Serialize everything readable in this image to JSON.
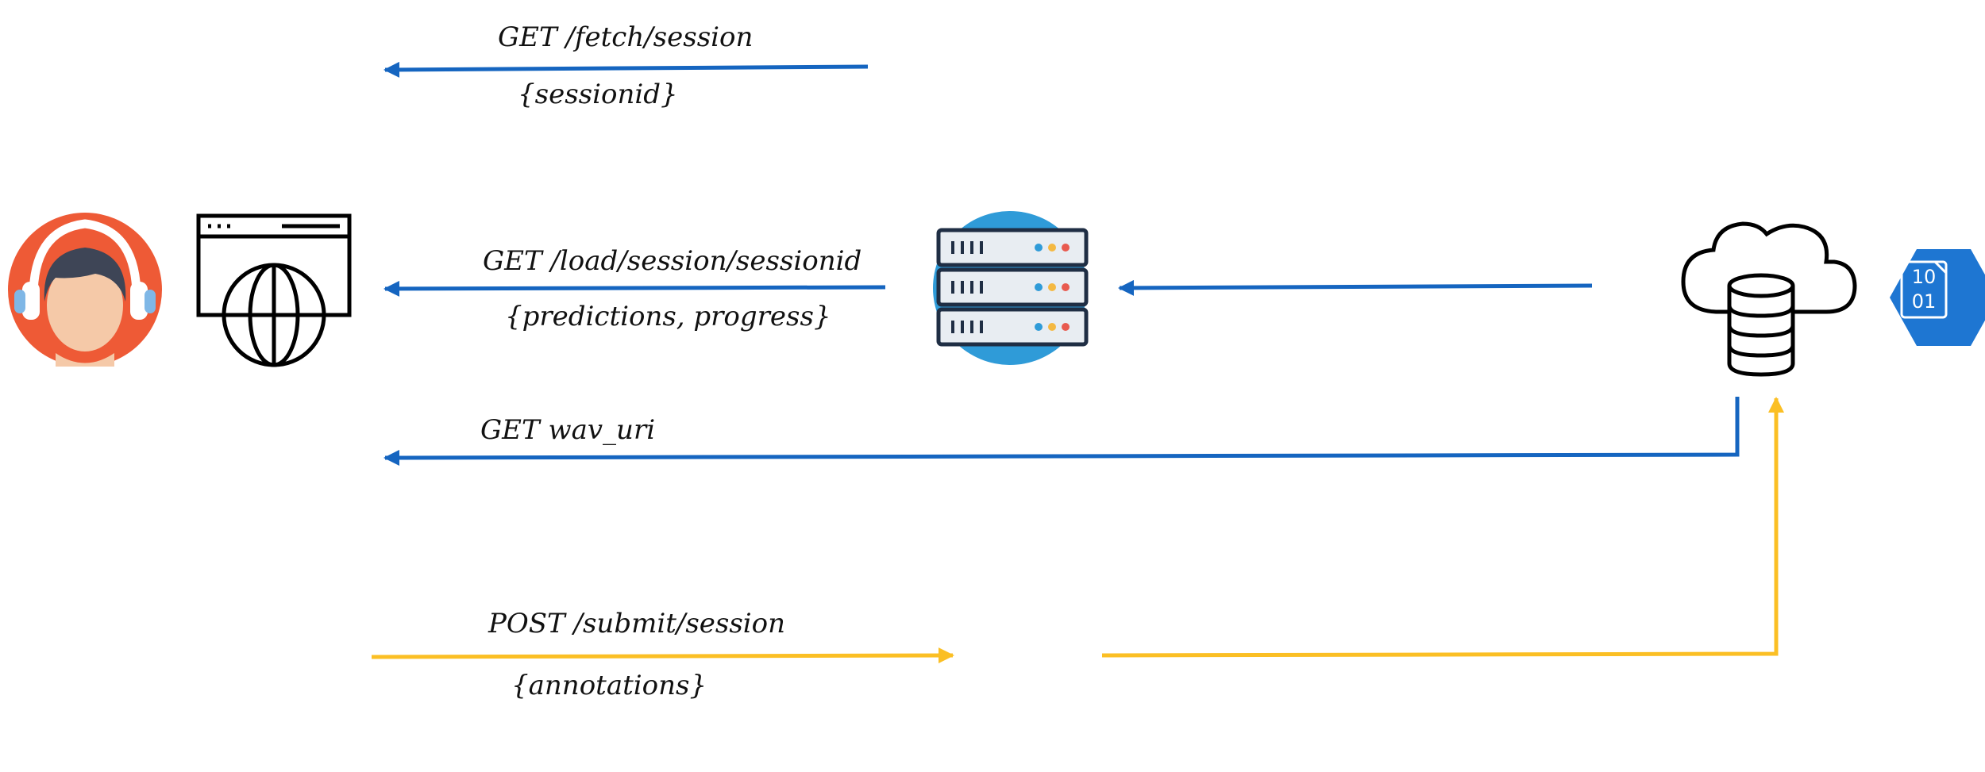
{
  "colors": {
    "request_arrow": "#1565c0",
    "submit_arrow": "#fbbf24",
    "avatar_bg": "#ee5a36",
    "server_bg": "#2f9bd8",
    "storage_hex": "#1e76d2"
  },
  "icons": {
    "user": "user-headphones-icon",
    "browser": "browser-globe-icon",
    "server": "server-rack-icon",
    "cloud_db": "cloud-database-icon",
    "blob": "blob-storage-icon"
  },
  "blob_icon_text": {
    "line1": "10",
    "line2": "01"
  },
  "flows": {
    "fetch": {
      "label": "GET /fetch/session",
      "payload": "{sessionid}"
    },
    "load": {
      "label": "GET /load/session/sessionid",
      "payload": "{predictions, progress}"
    },
    "wav": {
      "label": "GET wav_uri"
    },
    "submit": {
      "label": "POST /submit/session",
      "payload": "{annotations}"
    }
  }
}
